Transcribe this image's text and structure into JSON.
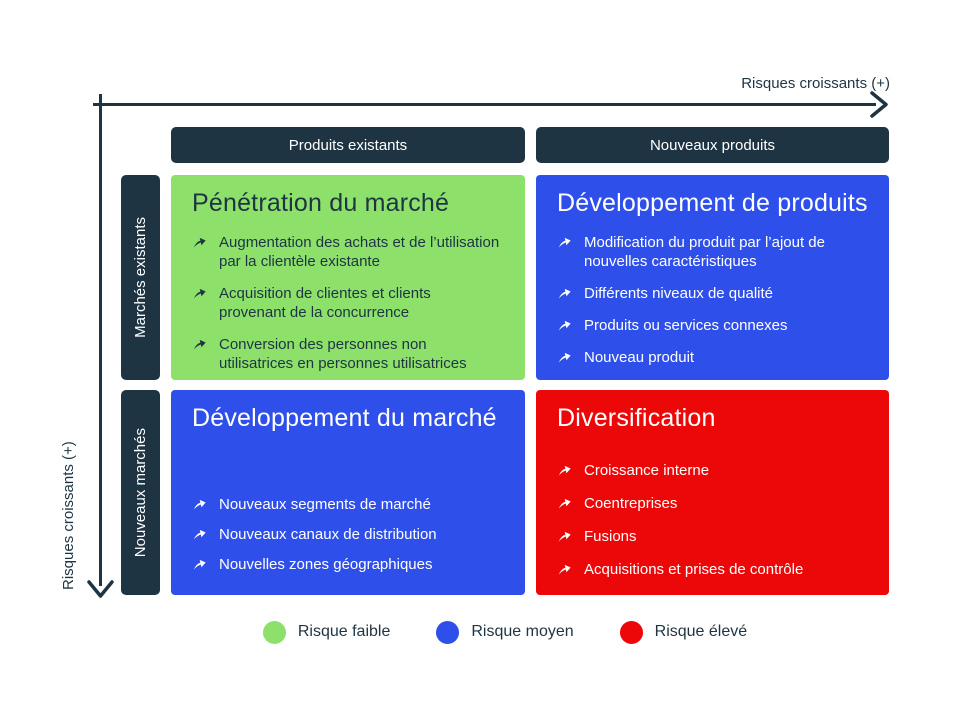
{
  "axes": {
    "top_label": "Risques croissants (+)",
    "left_label": "Risques croissants (+)",
    "line_color": "#1E3443"
  },
  "columns": [
    {
      "label": "Produits existants"
    },
    {
      "label": "Nouveaux produits"
    }
  ],
  "rows": [
    {
      "label": "Marchés existants"
    },
    {
      "label": "Nouveaux marchés"
    }
  ],
  "header_color": "#1E3443",
  "quadrants": [
    {
      "title": "Pénétration du marché",
      "color": "#8DE16B",
      "text_color": "#1E3443",
      "bullets": [
        "Augmentation des achats et de l’utilisation par la clientèle existante",
        "Acquisition de clientes et clients provenant de la concurrence",
        "Conversion des personnes non utilisatrices en personnes utilisatrices"
      ]
    },
    {
      "title": "Développement de produits",
      "color": "#2E4FE9",
      "text_color": "#FFFFFF",
      "bullets": [
        "Modification du produit par l’ajout de nouvelles caractéristiques",
        "Différents niveaux de qualité",
        "Produits ou services connexes",
        "Nouveau produit"
      ]
    },
    {
      "title": "Développement du marché",
      "color": "#2E4FE9",
      "text_color": "#FFFFFF",
      "bullets": [
        "Nouveaux segments de marché",
        "Nouveaux canaux de distribution",
        "Nouvelles zones géographiques"
      ]
    },
    {
      "title": "Diversification",
      "color": "#EC0808",
      "text_color": "#FFFFFF",
      "bullets": [
        "Croissance interne",
        "Coentreprises",
        "Fusions",
        "Acquisitions et prises de contrôle"
      ]
    }
  ],
  "legend": [
    {
      "label": "Risque faible",
      "color": "#8DE16B"
    },
    {
      "label": "Risque moyen",
      "color": "#2E4FE9"
    },
    {
      "label": "Risque élevé",
      "color": "#EC0808"
    }
  ]
}
